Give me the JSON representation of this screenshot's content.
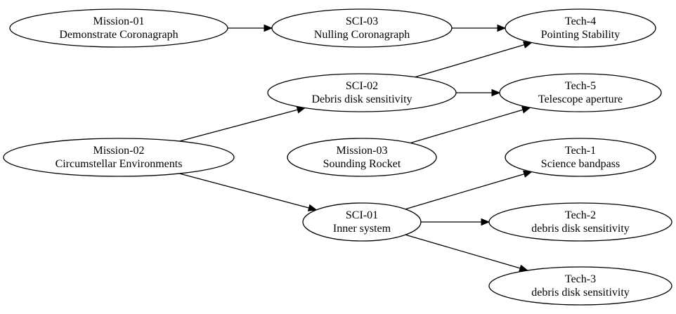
{
  "nodes": {
    "mission_01": {
      "id": "Mission-01",
      "label": "Demonstrate Coronagraph"
    },
    "sci_03": {
      "id": "SCI-03",
      "label": "Nulling Coronagraph"
    },
    "tech_4": {
      "id": "Tech-4",
      "label": "Pointing Stability"
    },
    "sci_02": {
      "id": "SCI-02",
      "label": "Debris disk sensitivity"
    },
    "tech_5": {
      "id": "Tech-5",
      "label": "Telescope aperture"
    },
    "mission_02": {
      "id": "Mission-02",
      "label": "Circumstellar Environments"
    },
    "mission_03": {
      "id": "Mission-03",
      "label": "Sounding Rocket"
    },
    "tech_1": {
      "id": "Tech-1",
      "label": "Science bandpass"
    },
    "sci_01": {
      "id": "SCI-01",
      "label": "Inner system"
    },
    "tech_2": {
      "id": "Tech-2",
      "label": "debris disk sensitivity"
    },
    "tech_3": {
      "id": "Tech-3",
      "label": "debris disk sensitivity"
    }
  },
  "edges": [
    {
      "from": "mission_01",
      "to": "sci_03"
    },
    {
      "from": "sci_03",
      "to": "tech_4"
    },
    {
      "from": "sci_02",
      "to": "tech_4"
    },
    {
      "from": "sci_02",
      "to": "tech_5"
    },
    {
      "from": "mission_03",
      "to": "tech_5"
    },
    {
      "from": "mission_02",
      "to": "sci_02"
    },
    {
      "from": "mission_02",
      "to": "sci_01"
    },
    {
      "from": "sci_01",
      "to": "tech_1"
    },
    {
      "from": "sci_01",
      "to": "tech_2"
    },
    {
      "from": "sci_01",
      "to": "tech_3"
    }
  ]
}
